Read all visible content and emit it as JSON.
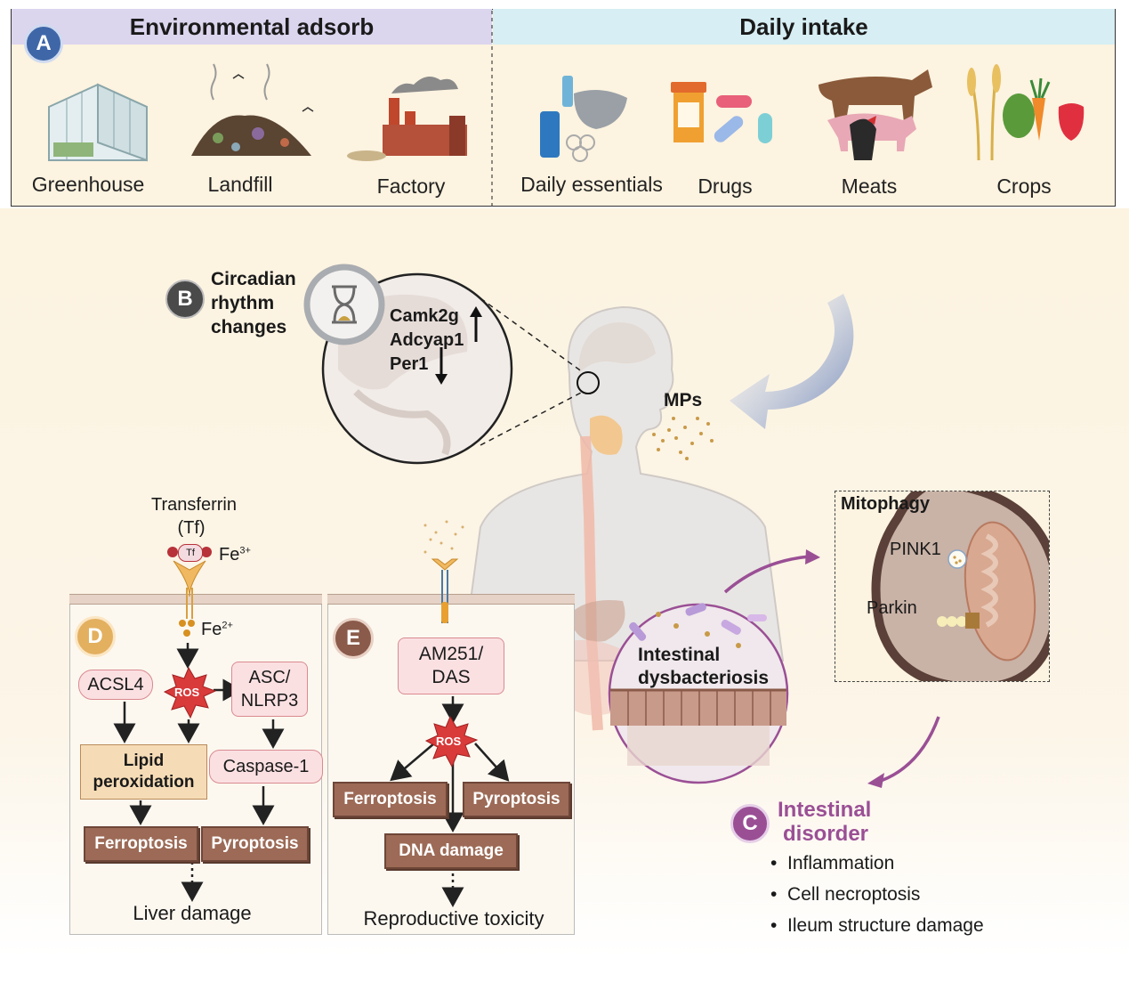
{
  "panel_a": {
    "badge": "A",
    "header_left": "Environmental adsorb",
    "header_right": "Daily intake",
    "sources": [
      "Greenhouse",
      "Landfill",
      "Factory",
      "Daily essentials",
      "Drugs",
      "Meats",
      "Crops"
    ]
  },
  "panel_b": {
    "badge": "B",
    "title": [
      "Circadian",
      "rhythm",
      "changes"
    ],
    "genes": [
      "Camk2g",
      "Adcyap1",
      "Per1"
    ]
  },
  "body": {
    "mps_label": "MPs",
    "dysbiosis_label": [
      "Intestinal",
      "dysbacteriosis"
    ]
  },
  "mitophagy": {
    "title": "Mitophagy",
    "pink1": "PINK1",
    "parkin": "Parkin"
  },
  "panel_c": {
    "badge": "C",
    "title": [
      "Intestinal",
      "disorder"
    ],
    "items": [
      "Inflammation",
      "Cell necroptosis",
      "Ileum structure damage"
    ]
  },
  "panel_d": {
    "badge": "D",
    "transferrin": [
      "Transferrin",
      "(Tf)"
    ],
    "tf": "Tf",
    "fe3": "Fe",
    "fe3_sup": "3+",
    "fe2": "Fe",
    "fe2_sup": "2+",
    "acsl4": "ACSL4",
    "ros": "ROS",
    "asc": [
      "ASC/",
      "NLRP3"
    ],
    "lipid": [
      "Lipid",
      "peroxidation"
    ],
    "caspase": "Caspase-1",
    "ferroptosis": "Ferroptosis",
    "pyroptosis": "Pyroptosis",
    "outcome": "Liver damage"
  },
  "panel_e": {
    "badge": "E",
    "am251": [
      "AM251/",
      "DAS"
    ],
    "ros": "ROS",
    "ferroptosis": "Ferroptosis",
    "pyroptosis": "Pyroptosis",
    "dna": "DNA damage",
    "outcome": "Reproductive toxicity"
  },
  "colors": {
    "cream": "#fcf3e0",
    "lavender": "#dcd5ee",
    "light_blue": "#d6eef4",
    "brown_box": "#9c6a56",
    "pink_box": "#fbe0e2",
    "purple_accent": "#9a4f95",
    "ros_red": "#d93a3a"
  }
}
